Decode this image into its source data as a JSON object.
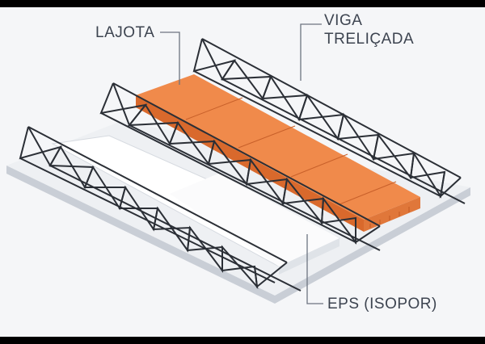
{
  "labels": {
    "lajota": "LAJOTA",
    "viga_line1": "VIGA",
    "viga_line2": "TRELIÇADA",
    "eps": "EPS (ISOPOR)"
  },
  "colors": {
    "background": "#f5f6f8",
    "slab_top": "#eef0f3",
    "slab_side": "#c9ced6",
    "lajota": "#f08a4b",
    "lajota_dark": "#d9692c",
    "eps": "#ffffff",
    "truss": "#2b2f36",
    "text": "#3d4450"
  }
}
